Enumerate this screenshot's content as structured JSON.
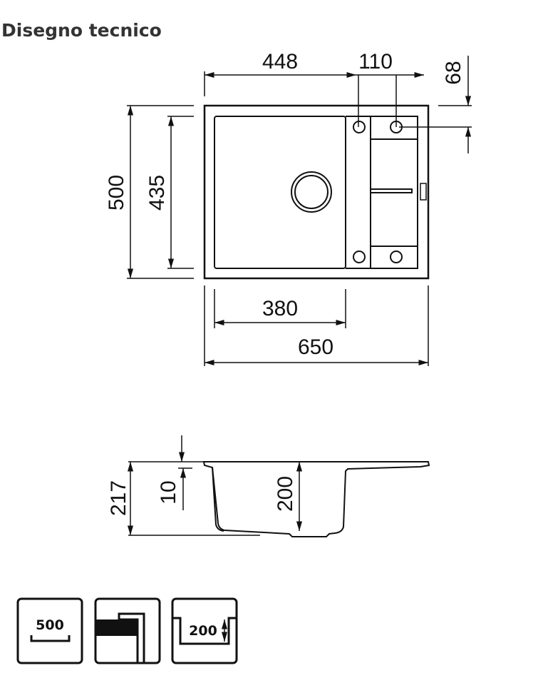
{
  "title": "Disegno tecnico",
  "plan_view": {
    "dimensions": {
      "width_total": "650",
      "width_basin_offset": "448",
      "tap_spacing": "110",
      "tap_offset": "68",
      "depth_total": "500",
      "basin_depth": "435",
      "basin_width": "380"
    }
  },
  "section_view": {
    "dimensions": {
      "height_total": "217",
      "rim_thickness": "10",
      "bowl_depth": "200"
    }
  },
  "icons": [
    {
      "name": "cabinet-size-icon",
      "label": "500"
    },
    {
      "name": "top-mount-icon"
    },
    {
      "name": "bowl-depth-icon",
      "label": "200"
    }
  ]
}
